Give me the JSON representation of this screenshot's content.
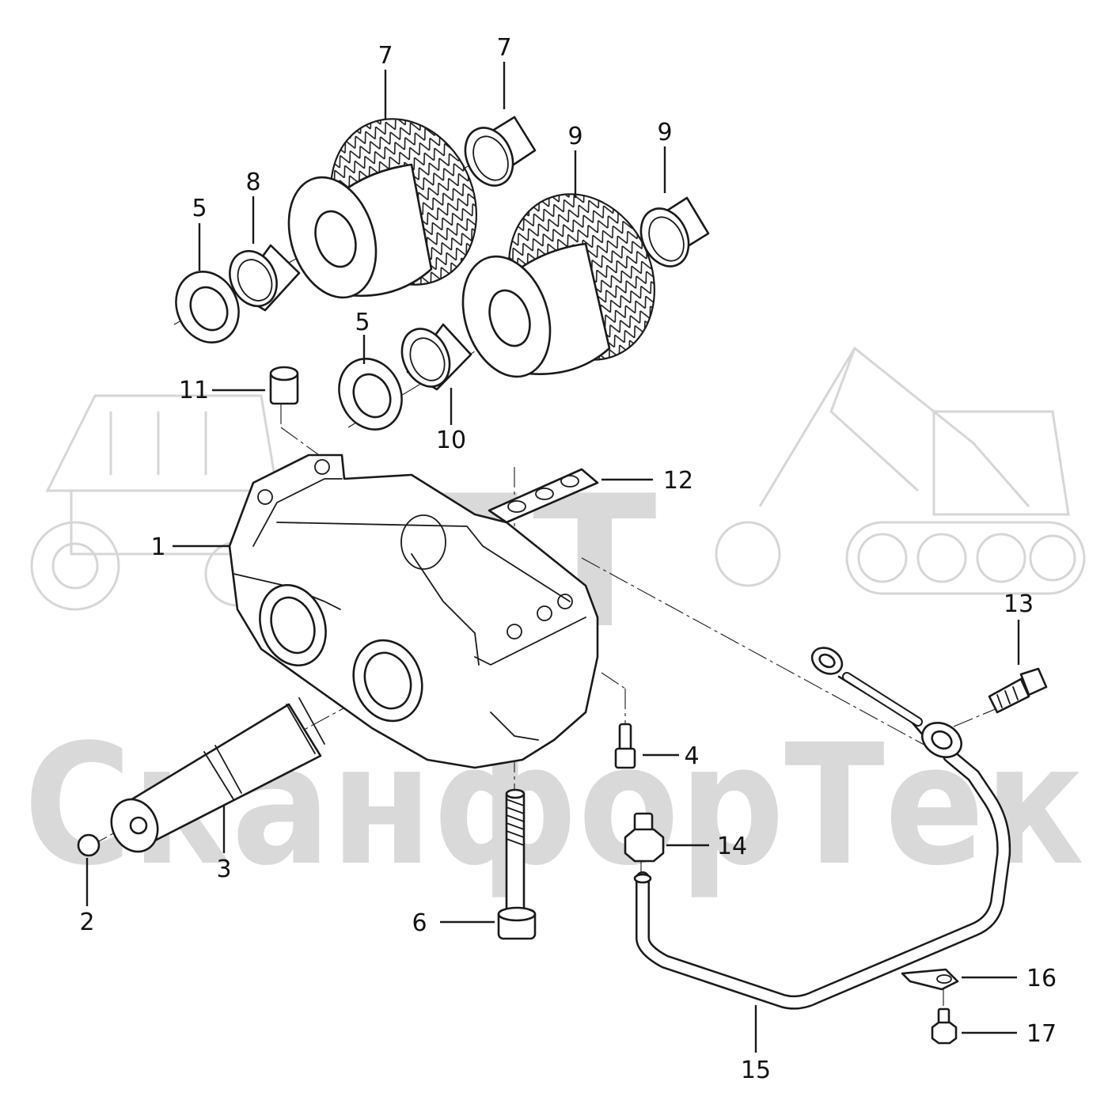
{
  "watermark": {
    "brand": "SFT",
    "company": "СканфорТек",
    "color": "#d9d9d9"
  },
  "callouts": [
    {
      "id": "1",
      "label": "1"
    },
    {
      "id": "2",
      "label": "2"
    },
    {
      "id": "3",
      "label": "3"
    },
    {
      "id": "4",
      "label": "4"
    },
    {
      "id": "5a",
      "label": "5"
    },
    {
      "id": "5b",
      "label": "5"
    },
    {
      "id": "6",
      "label": "6"
    },
    {
      "id": "7a",
      "label": "7"
    },
    {
      "id": "7b",
      "label": "7"
    },
    {
      "id": "8",
      "label": "8"
    },
    {
      "id": "9a",
      "label": "9"
    },
    {
      "id": "9b",
      "label": "9"
    },
    {
      "id": "10",
      "label": "10"
    },
    {
      "id": "11",
      "label": "11"
    },
    {
      "id": "12",
      "label": "12"
    },
    {
      "id": "13",
      "label": "13"
    },
    {
      "id": "14",
      "label": "14"
    },
    {
      "id": "15",
      "label": "15"
    },
    {
      "id": "16",
      "label": "16"
    },
    {
      "id": "17",
      "label": "17"
    }
  ]
}
